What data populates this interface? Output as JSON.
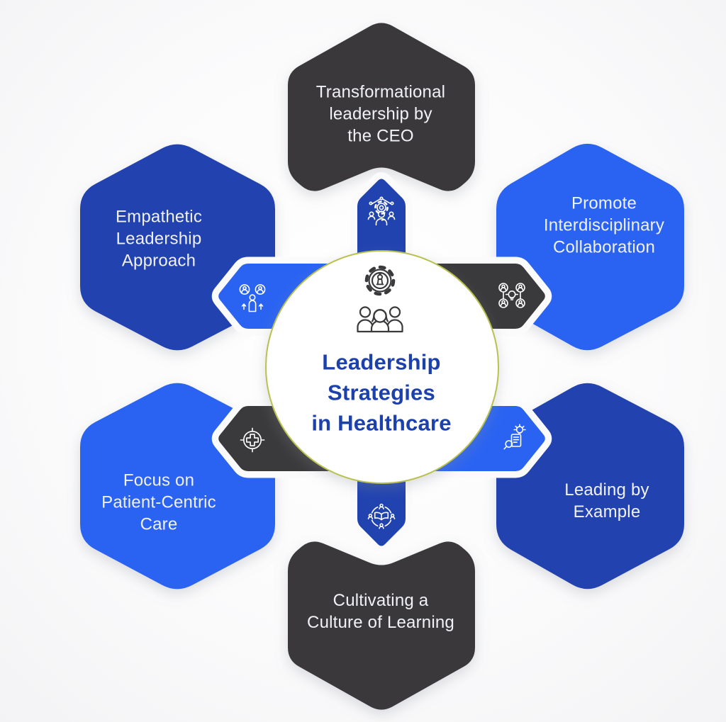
{
  "title": "Leadership Strategies in Healthcare infographic",
  "colors": {
    "background": "#fbfbfc",
    "charcoal": "#3a393b",
    "bright_blue": "#2a63f2",
    "dark_blue": "#2143b0",
    "circle_fill": "#ffffff",
    "circle_border": "#b9c14e",
    "title_text": "#1c41ac",
    "label_text": "#f0f2f5",
    "icon_stroke": "#ffffff",
    "center_icon_stroke": "#3a393c"
  },
  "center": {
    "title": "Leadership\nStrategies\nin Healthcare",
    "icon": "team-strategy-icon"
  },
  "nodes": {
    "top": {
      "label": "Transformational\nleadership by\nthe CEO",
      "color_key": "charcoal",
      "connector_color_key": "dark_blue",
      "icon": "leadership-network-icon"
    },
    "top_right": {
      "label": "Promote\nInterdisciplinary\nCollaboration",
      "color_key": "bright_blue",
      "connector_color_key": "charcoal",
      "icon": "interdisciplinary-collaboration-icon"
    },
    "bottom_right": {
      "label": "Leading by\nExample",
      "color_key": "dark_blue",
      "connector_color_key": "bright_blue",
      "icon": "research-insight-icon"
    },
    "bottom": {
      "label": "Cultivating a\nCulture of Learning",
      "color_key": "charcoal",
      "connector_color_key": "dark_blue",
      "icon": "learning-culture-icon"
    },
    "bottom_left": {
      "label": "Focus on\nPatient-Centric\nCare",
      "color_key": "bright_blue",
      "connector_color_key": "charcoal",
      "icon": "patient-target-icon"
    },
    "top_left": {
      "label": "Empathetic\nLeadership\nApproach",
      "color_key": "dark_blue",
      "connector_color_key": "bright_blue",
      "icon": "empathy-growth-icon"
    }
  }
}
